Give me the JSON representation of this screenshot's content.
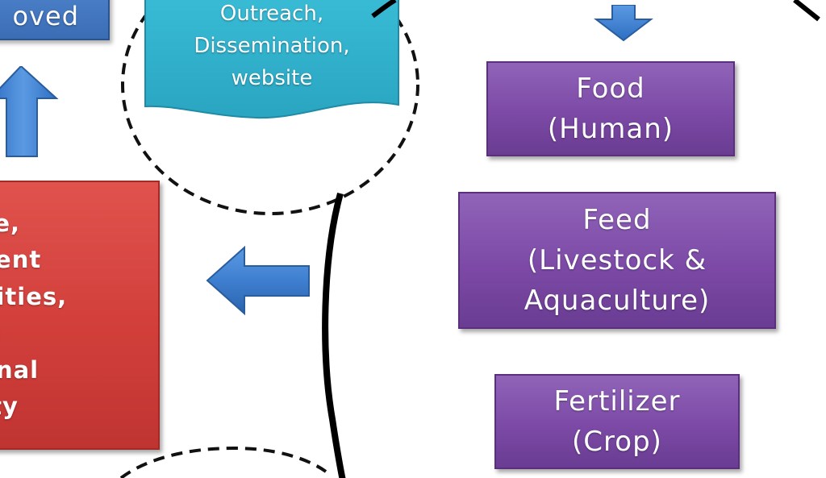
{
  "top_left_box": {
    "text": "oved"
  },
  "outreach_doc": {
    "text": "Outreach,\nDissemination,\nwebsite"
  },
  "center_left_box": {
    "text": "come,\noyment\nrtunities,\nod &\nritional\ncurity"
  },
  "right_column": {
    "boxes": [
      {
        "text": "Food\n(Human)"
      },
      {
        "text": "Feed\n(Livestock &\nAquaculture)"
      },
      {
        "text": "Fertilizer\n(Crop)"
      }
    ]
  },
  "colors": {
    "purple": "#7c4aa6",
    "red": "#d23f3b",
    "blue": "#3b6db5",
    "teal": "#2eaec9",
    "arrow_blue": "#3f7fd0"
  }
}
